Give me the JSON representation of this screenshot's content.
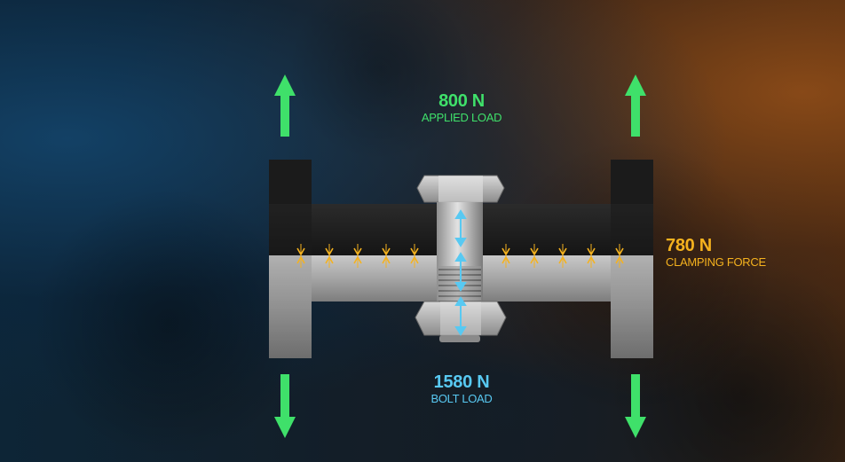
{
  "labels": {
    "applied_load": {
      "value": "800 N",
      "caption": "APPLIED LOAD"
    },
    "clamping_force": {
      "value": "780 N",
      "caption": "CLAMPING FORCE"
    },
    "bolt_load": {
      "value": "1580 N",
      "caption": "BOLT LOAD"
    }
  },
  "colors": {
    "applied_load": "#3fe06a",
    "clamping_force": "#f5b21e",
    "bolt_load": "#58c9f2"
  },
  "icons": {
    "applied_load_arrows": "arrow-up-icon",
    "reaction_arrows": "arrow-down-icon"
  }
}
